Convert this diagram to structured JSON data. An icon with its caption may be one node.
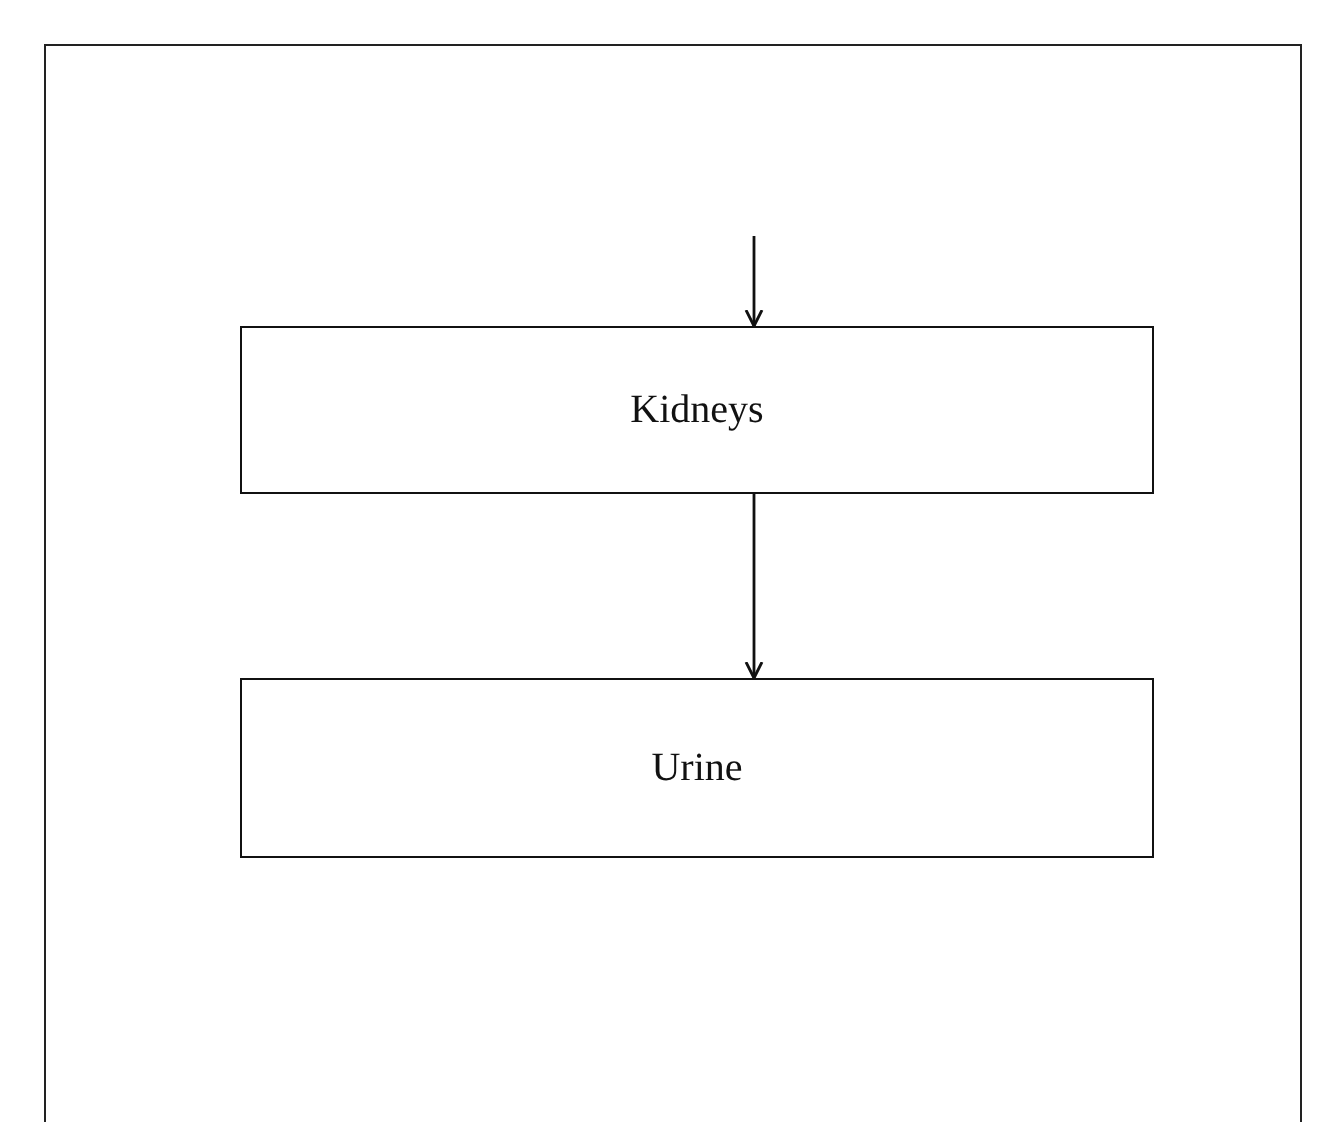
{
  "diagram": {
    "nodes": [
      {
        "text": [
          "Kidneys"
        ]
      },
      {
        "text": [
          "Urine"
        ]
      }
    ],
    "edges": [
      {
        "from": null,
        "to": 0,
        "arrow": "to"
      },
      {
        "from": 0,
        "to": 1,
        "arrow": "to"
      }
    ]
  }
}
